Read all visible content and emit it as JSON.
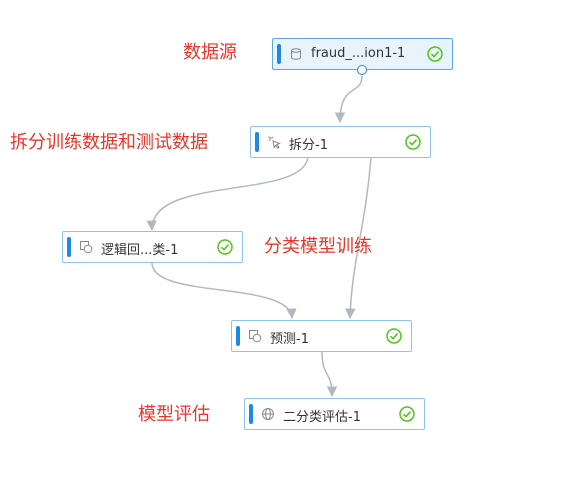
{
  "nodes": {
    "source": {
      "label": "fraud_...ion1-1",
      "icon": "database-icon",
      "status": "success"
    },
    "split": {
      "label": "拆分-1",
      "icon": "split-icon",
      "status": "success"
    },
    "logreg": {
      "label": "逻辑回...类-1",
      "icon": "model-icon",
      "status": "success"
    },
    "predict": {
      "label": "预测-1",
      "icon": "model-icon",
      "status": "success"
    },
    "eval": {
      "label": "二分类评估-1",
      "icon": "globe-icon",
      "status": "success"
    }
  },
  "annotations": {
    "data_source": "数据源",
    "split_desc": "拆分训练数据和测试数据",
    "train_desc": "分类模型训练",
    "eval_desc": "模型评估"
  },
  "colors": {
    "annotation": "#e8362a",
    "accent": "#1e88e5",
    "success": "#52c41a",
    "edge": "#b3b8bf"
  }
}
